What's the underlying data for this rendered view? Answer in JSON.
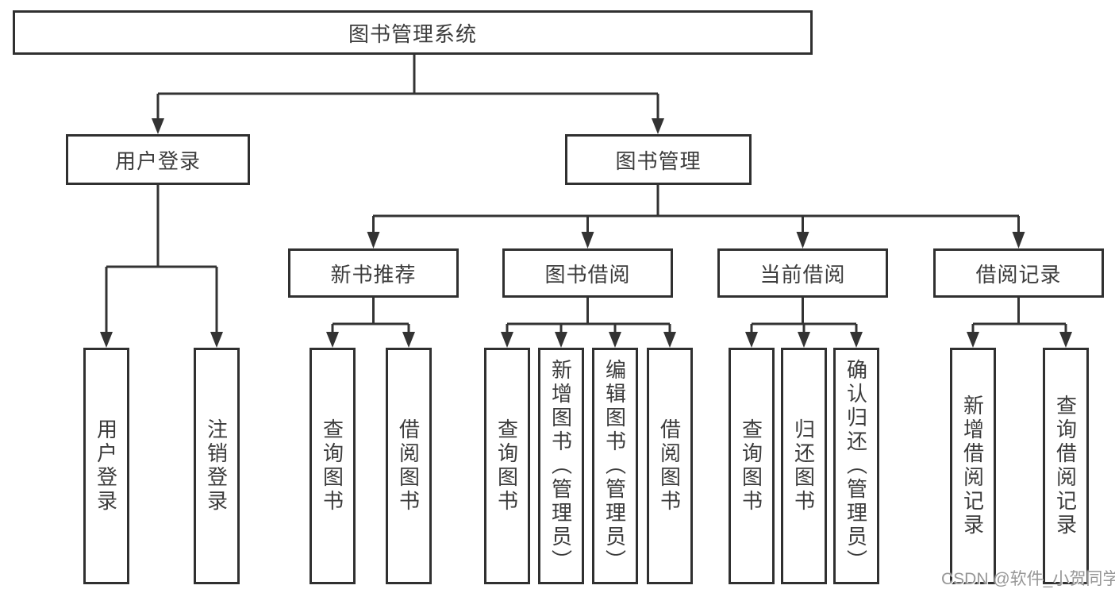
{
  "tree": {
    "root": {
      "label": "图书管理系统"
    },
    "children": [
      {
        "label": "用户登录",
        "children": [
          {
            "label": "用户登录"
          },
          {
            "label": "注销登录"
          }
        ]
      },
      {
        "label": "图书管理",
        "children": [
          {
            "label": "新书推荐",
            "children": [
              {
                "label": "查询图书"
              },
              {
                "label": "借阅图书"
              }
            ]
          },
          {
            "label": "图书借阅",
            "children": [
              {
                "label": "查询图书"
              },
              {
                "label": "新增图书（管理员）"
              },
              {
                "label": "编辑图书（管理员）"
              },
              {
                "label": "借阅图书"
              }
            ]
          },
          {
            "label": "当前借阅",
            "children": [
              {
                "label": "查询图书"
              },
              {
                "label": "归还图书"
              },
              {
                "label": "确认归还（管理员）"
              }
            ]
          },
          {
            "label": "借阅记录",
            "children": [
              {
                "label": "新增借阅记录"
              },
              {
                "label": "查询借阅记录"
              }
            ]
          }
        ]
      }
    ]
  },
  "watermark": {
    "text": "CSDN @软件_小贺同学"
  },
  "colors": {
    "line": "#333333",
    "node_border": "#303030",
    "node_fill": "#ffffff",
    "text": "#3c3c3c",
    "watermark": "#979797",
    "background": "#ffffff"
  }
}
